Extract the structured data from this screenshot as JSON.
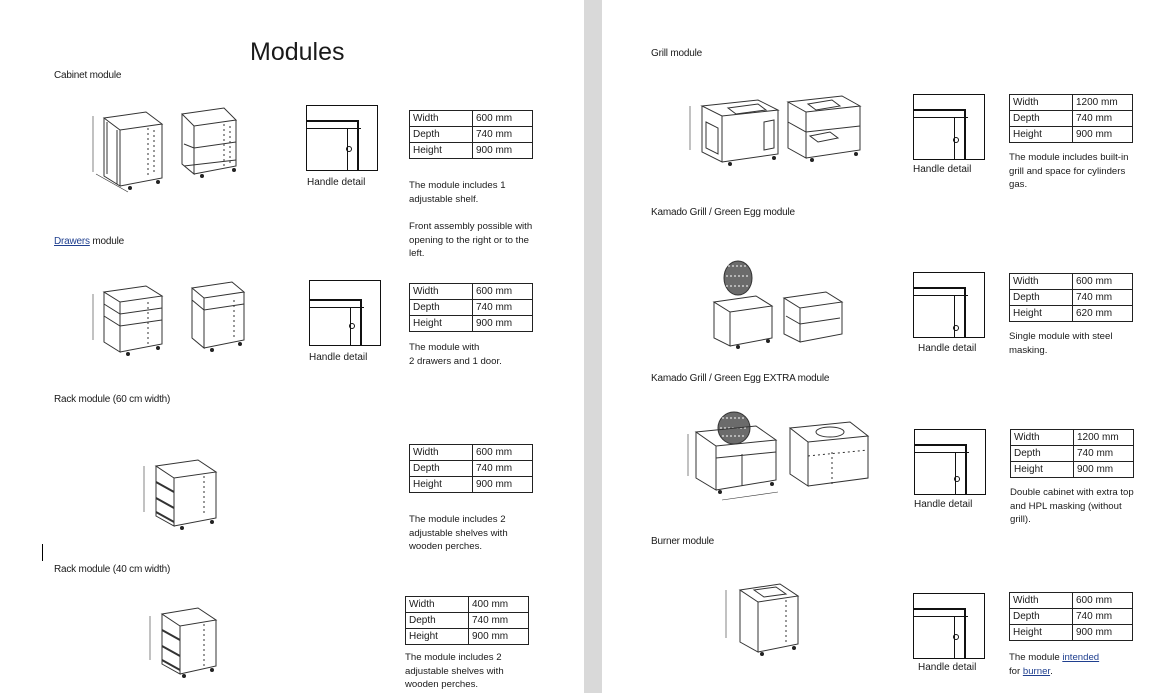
{
  "title": "Modules",
  "labels": {
    "handle_detail": "Handle detail",
    "width": "Width",
    "depth": "Depth",
    "height": "Height"
  },
  "modules": {
    "cabinet": {
      "name": "Cabinet module",
      "width": "600 mm",
      "depth": "740 mm",
      "height": "900 mm",
      "desc": "The module includes 1 adjustable shelf.",
      "desc2": "Front assembly possible with opening to the right or to the left."
    },
    "drawers": {
      "name_link": "Drawers",
      "name_rest": " module",
      "width": "600 mm",
      "depth": "740 mm",
      "height": "900 mm",
      "desc": "The module with",
      "desc2": "2 drawers and 1 door."
    },
    "rack60": {
      "name": "Rack module (60 cm width)",
      "width": "600 mm",
      "depth": "740 mm",
      "height": "900 mm",
      "desc": "The module includes 2 adjustable shelves with wooden perches."
    },
    "rack40": {
      "name": "Rack module (40 cm width)",
      "width": "400 mm",
      "depth": "740 mm",
      "height": "900 mm",
      "desc": "The module includes 2 adjustable shelves with wooden perches."
    },
    "grill": {
      "name": "Grill module",
      "width": "1200 mm",
      "depth": "740 mm",
      "height": "900 mm",
      "desc": "The module includes built-in grill and space for cylinders gas."
    },
    "kamado": {
      "name": "Kamado Grill / Green Egg module",
      "width": "600 mm",
      "depth": "740 mm",
      "height": "620 mm",
      "desc": "Single module with steel masking."
    },
    "kamado_extra": {
      "name": "Kamado Grill / Green Egg EXTRA module",
      "width": "1200 mm",
      "depth": "740 mm",
      "height": "900 mm",
      "desc": "Double cabinet with extra top and HPL masking (without grill)."
    },
    "burner": {
      "name": "Burner module",
      "width": "600 mm",
      "depth": "740 mm",
      "height": "900 mm",
      "desc_pre": "The module ",
      "desc_link": "intended",
      "desc_mid": " for ",
      "desc_link2": "burner",
      "desc_post": "."
    }
  }
}
